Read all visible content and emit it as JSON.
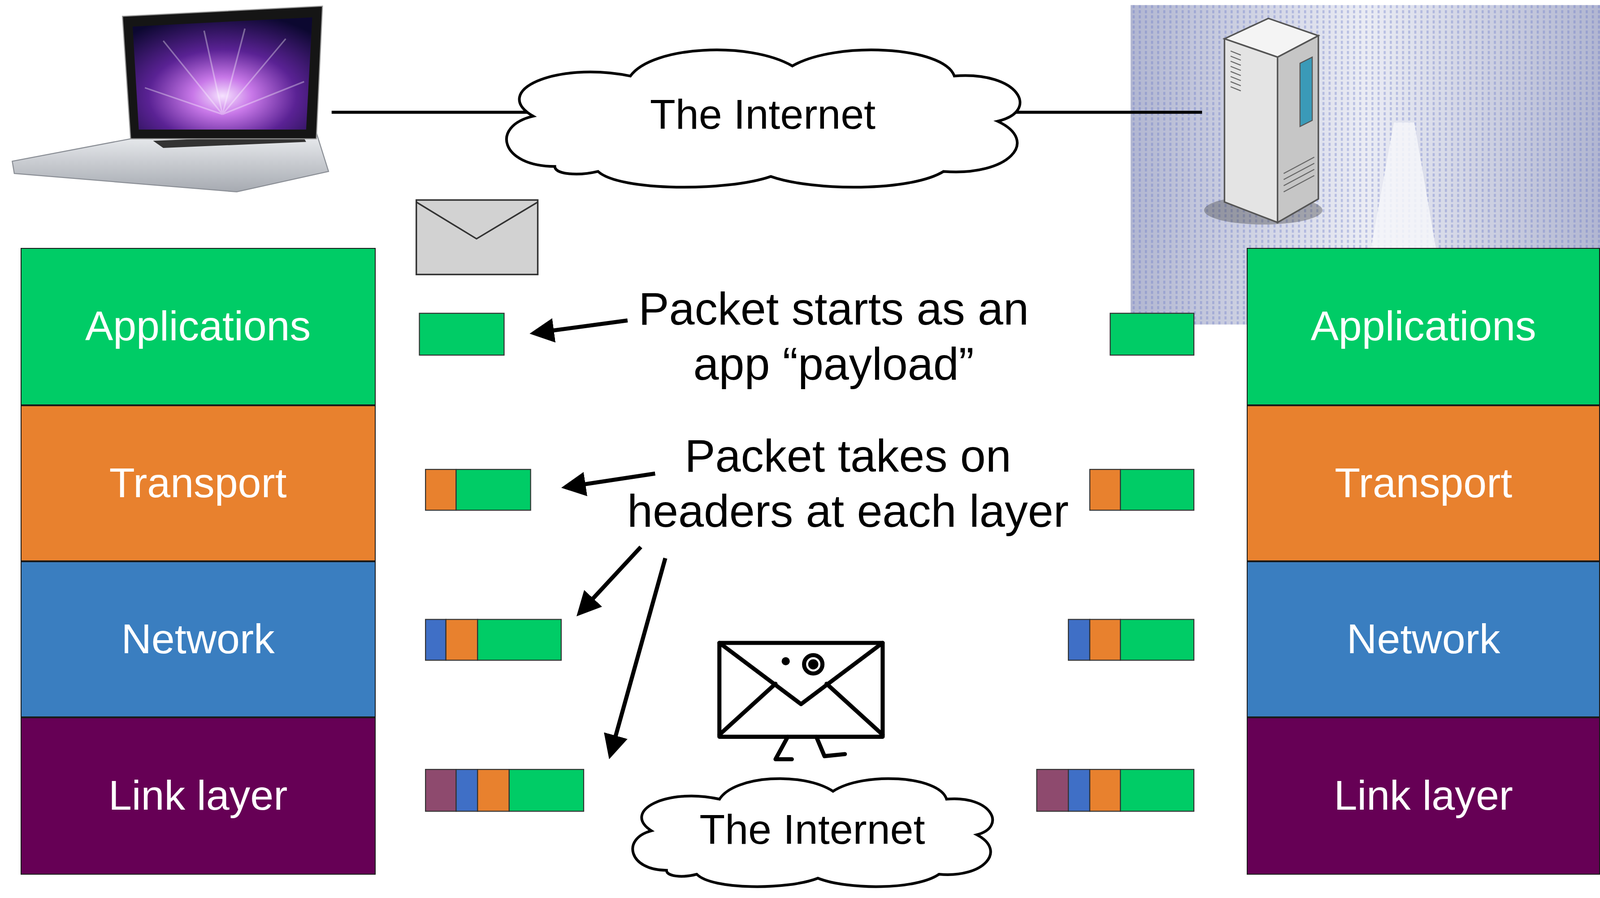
{
  "diagram": {
    "nodes": [
      {
        "text": [
          "The Internet"
        ]
      },
      {
        "text": [
          "Applications"
        ]
      },
      {
        "text": [
          "Transport"
        ]
      },
      {
        "text": [
          "Network"
        ]
      },
      {
        "text": [
          "Link layer"
        ]
      },
      {
        "text": [
          "Applications"
        ]
      },
      {
        "text": [
          "Transport"
        ]
      },
      {
        "text": [
          "Network"
        ]
      },
      {
        "text": [
          "Link layer"
        ]
      },
      {
        "text": [
          "The Internet"
        ]
      }
    ],
    "labels": [
      "Packet starts as an app “payload”",
      "Packet takes on headers at each layer"
    ]
  }
}
